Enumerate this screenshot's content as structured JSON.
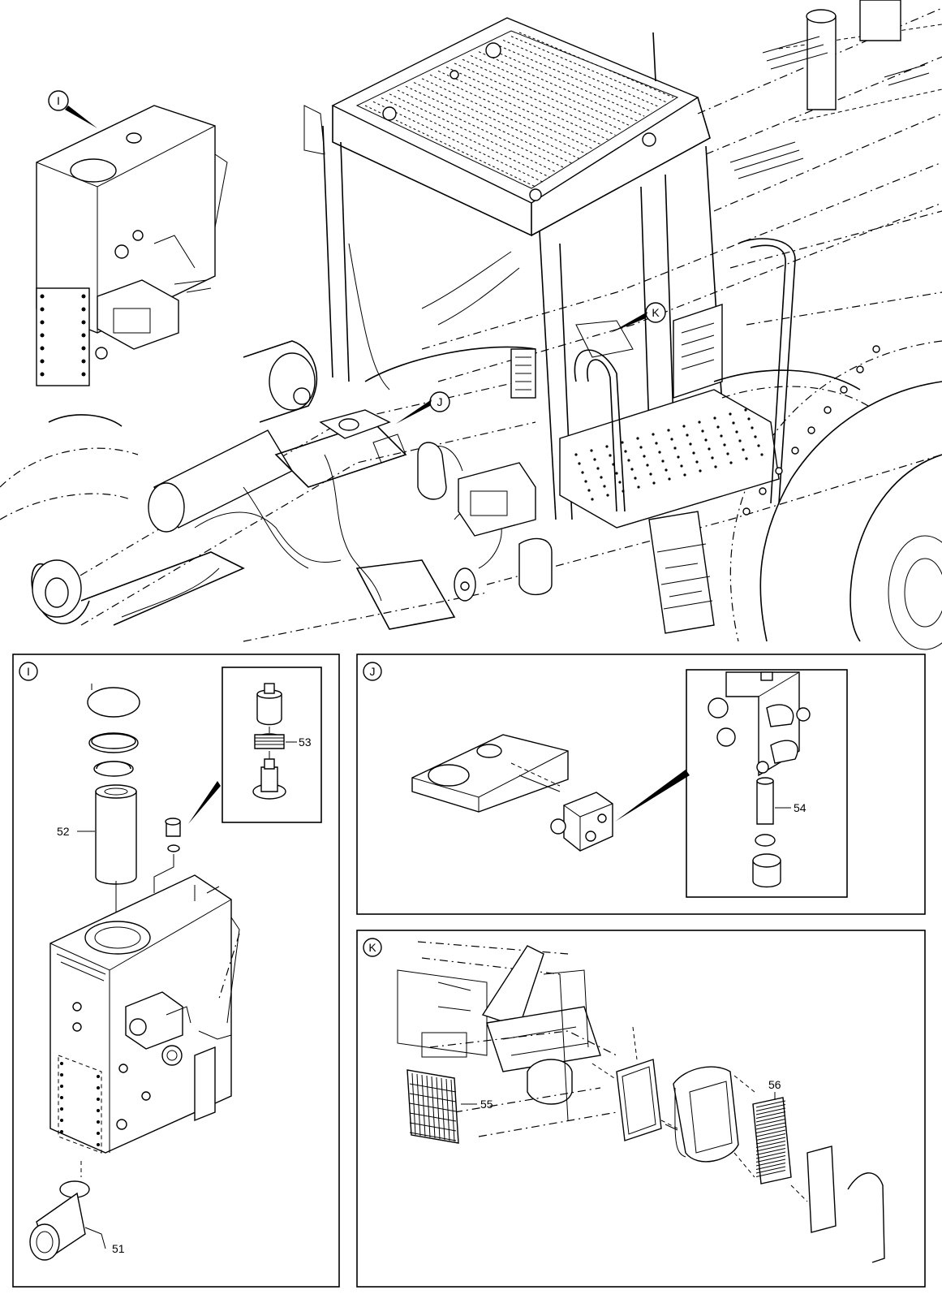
{
  "overview": {
    "callouts": [
      {
        "id": "I",
        "text": "I"
      },
      {
        "id": "J",
        "text": "J"
      },
      {
        "id": "K",
        "text": "K"
      }
    ]
  },
  "detail_panels": [
    {
      "id": "I",
      "label": "I",
      "parts": [
        "51",
        "52",
        "53"
      ]
    },
    {
      "id": "J",
      "label": "J",
      "parts": [
        "54"
      ]
    },
    {
      "id": "K",
      "label": "K",
      "parts": [
        "55",
        "56"
      ]
    }
  ],
  "icons": [
    "leader-arrow-icon",
    "callout-circle-icon"
  ]
}
